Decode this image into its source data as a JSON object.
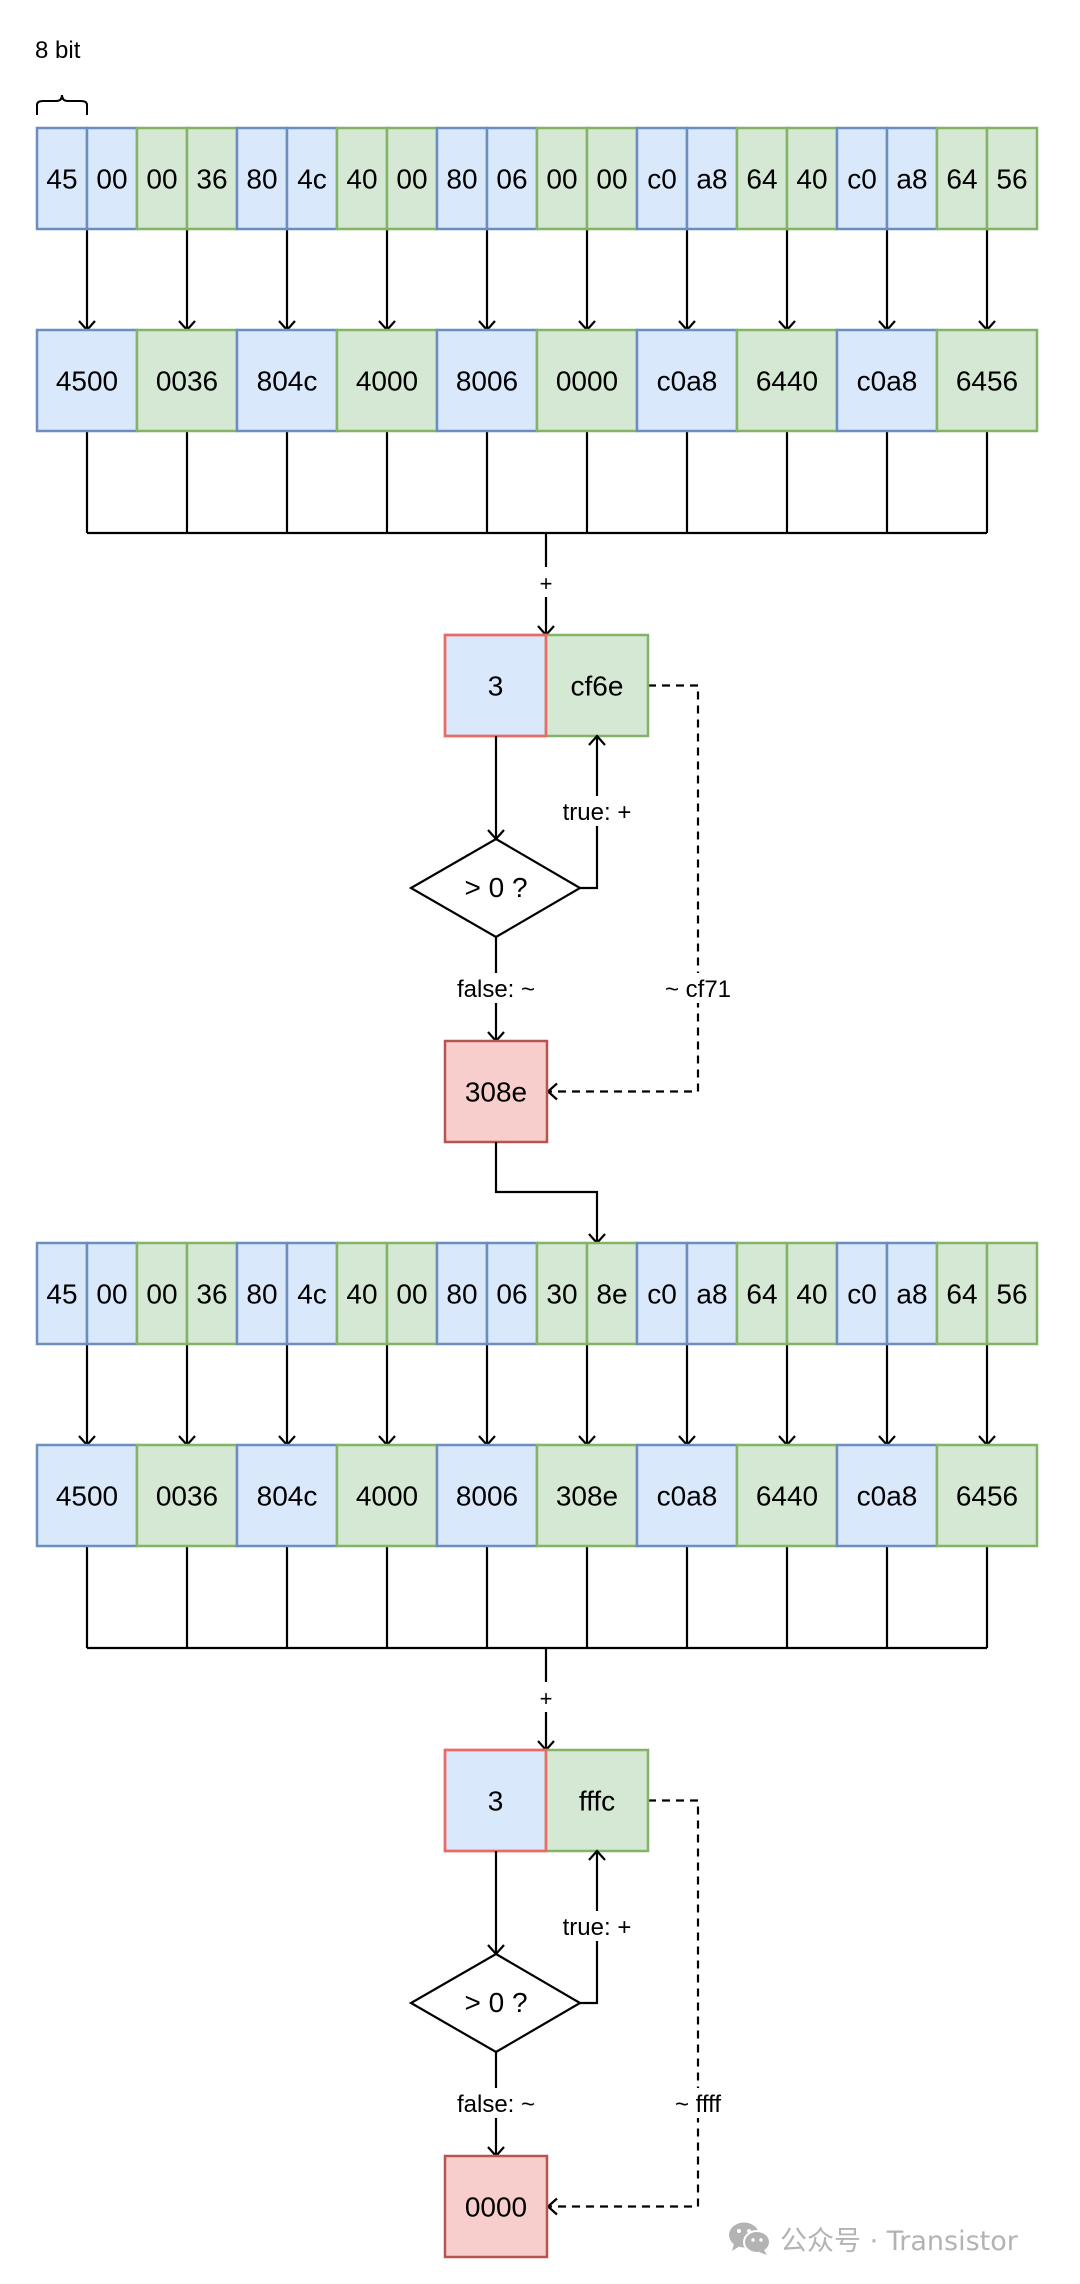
{
  "diagram": {
    "title_label": "8 bit",
    "colors": {
      "blue_fill": "#dae8fc",
      "blue_stroke": "#6c8ebf",
      "green_fill": "#d5e8d4",
      "green_stroke": "#82b366",
      "red_fill": "#f8cecc",
      "red_stroke": "#b85450",
      "carry_box_stroke": "#ea6b66",
      "line": "#000000"
    },
    "stages": [
      {
        "bytes": [
          "45",
          "00",
          "00",
          "36",
          "80",
          "4c",
          "40",
          "00",
          "80",
          "06",
          "00",
          "00",
          "c0",
          "a8",
          "64",
          "40",
          "c0",
          "a8",
          "64",
          "56"
        ],
        "words": [
          "4500",
          "0036",
          "804c",
          "4000",
          "8006",
          "0000",
          "c0a8",
          "6440",
          "c0a8",
          "6456"
        ],
        "sum_operator": "+",
        "carry": "3",
        "sum": "cf6e",
        "condition": "> 0 ?",
        "true_label": "true: +",
        "false_label": "false: ~",
        "complement_label": "~ cf71",
        "result": "308e"
      },
      {
        "bytes": [
          "45",
          "00",
          "00",
          "36",
          "80",
          "4c",
          "40",
          "00",
          "80",
          "06",
          "30",
          "8e",
          "c0",
          "a8",
          "64",
          "40",
          "c0",
          "a8",
          "64",
          "56"
        ],
        "words": [
          "4500",
          "0036",
          "804c",
          "4000",
          "8006",
          "308e",
          "c0a8",
          "6440",
          "c0a8",
          "6456"
        ],
        "sum_operator": "+",
        "carry": "3",
        "sum": "fffc",
        "condition": "> 0 ?",
        "true_label": "true: +",
        "false_label": "false: ~",
        "complement_label": "~ ffff",
        "result": "0000"
      }
    ]
  },
  "watermark": {
    "icon": "wechat-icon",
    "text": "公众号 · Transistor"
  }
}
